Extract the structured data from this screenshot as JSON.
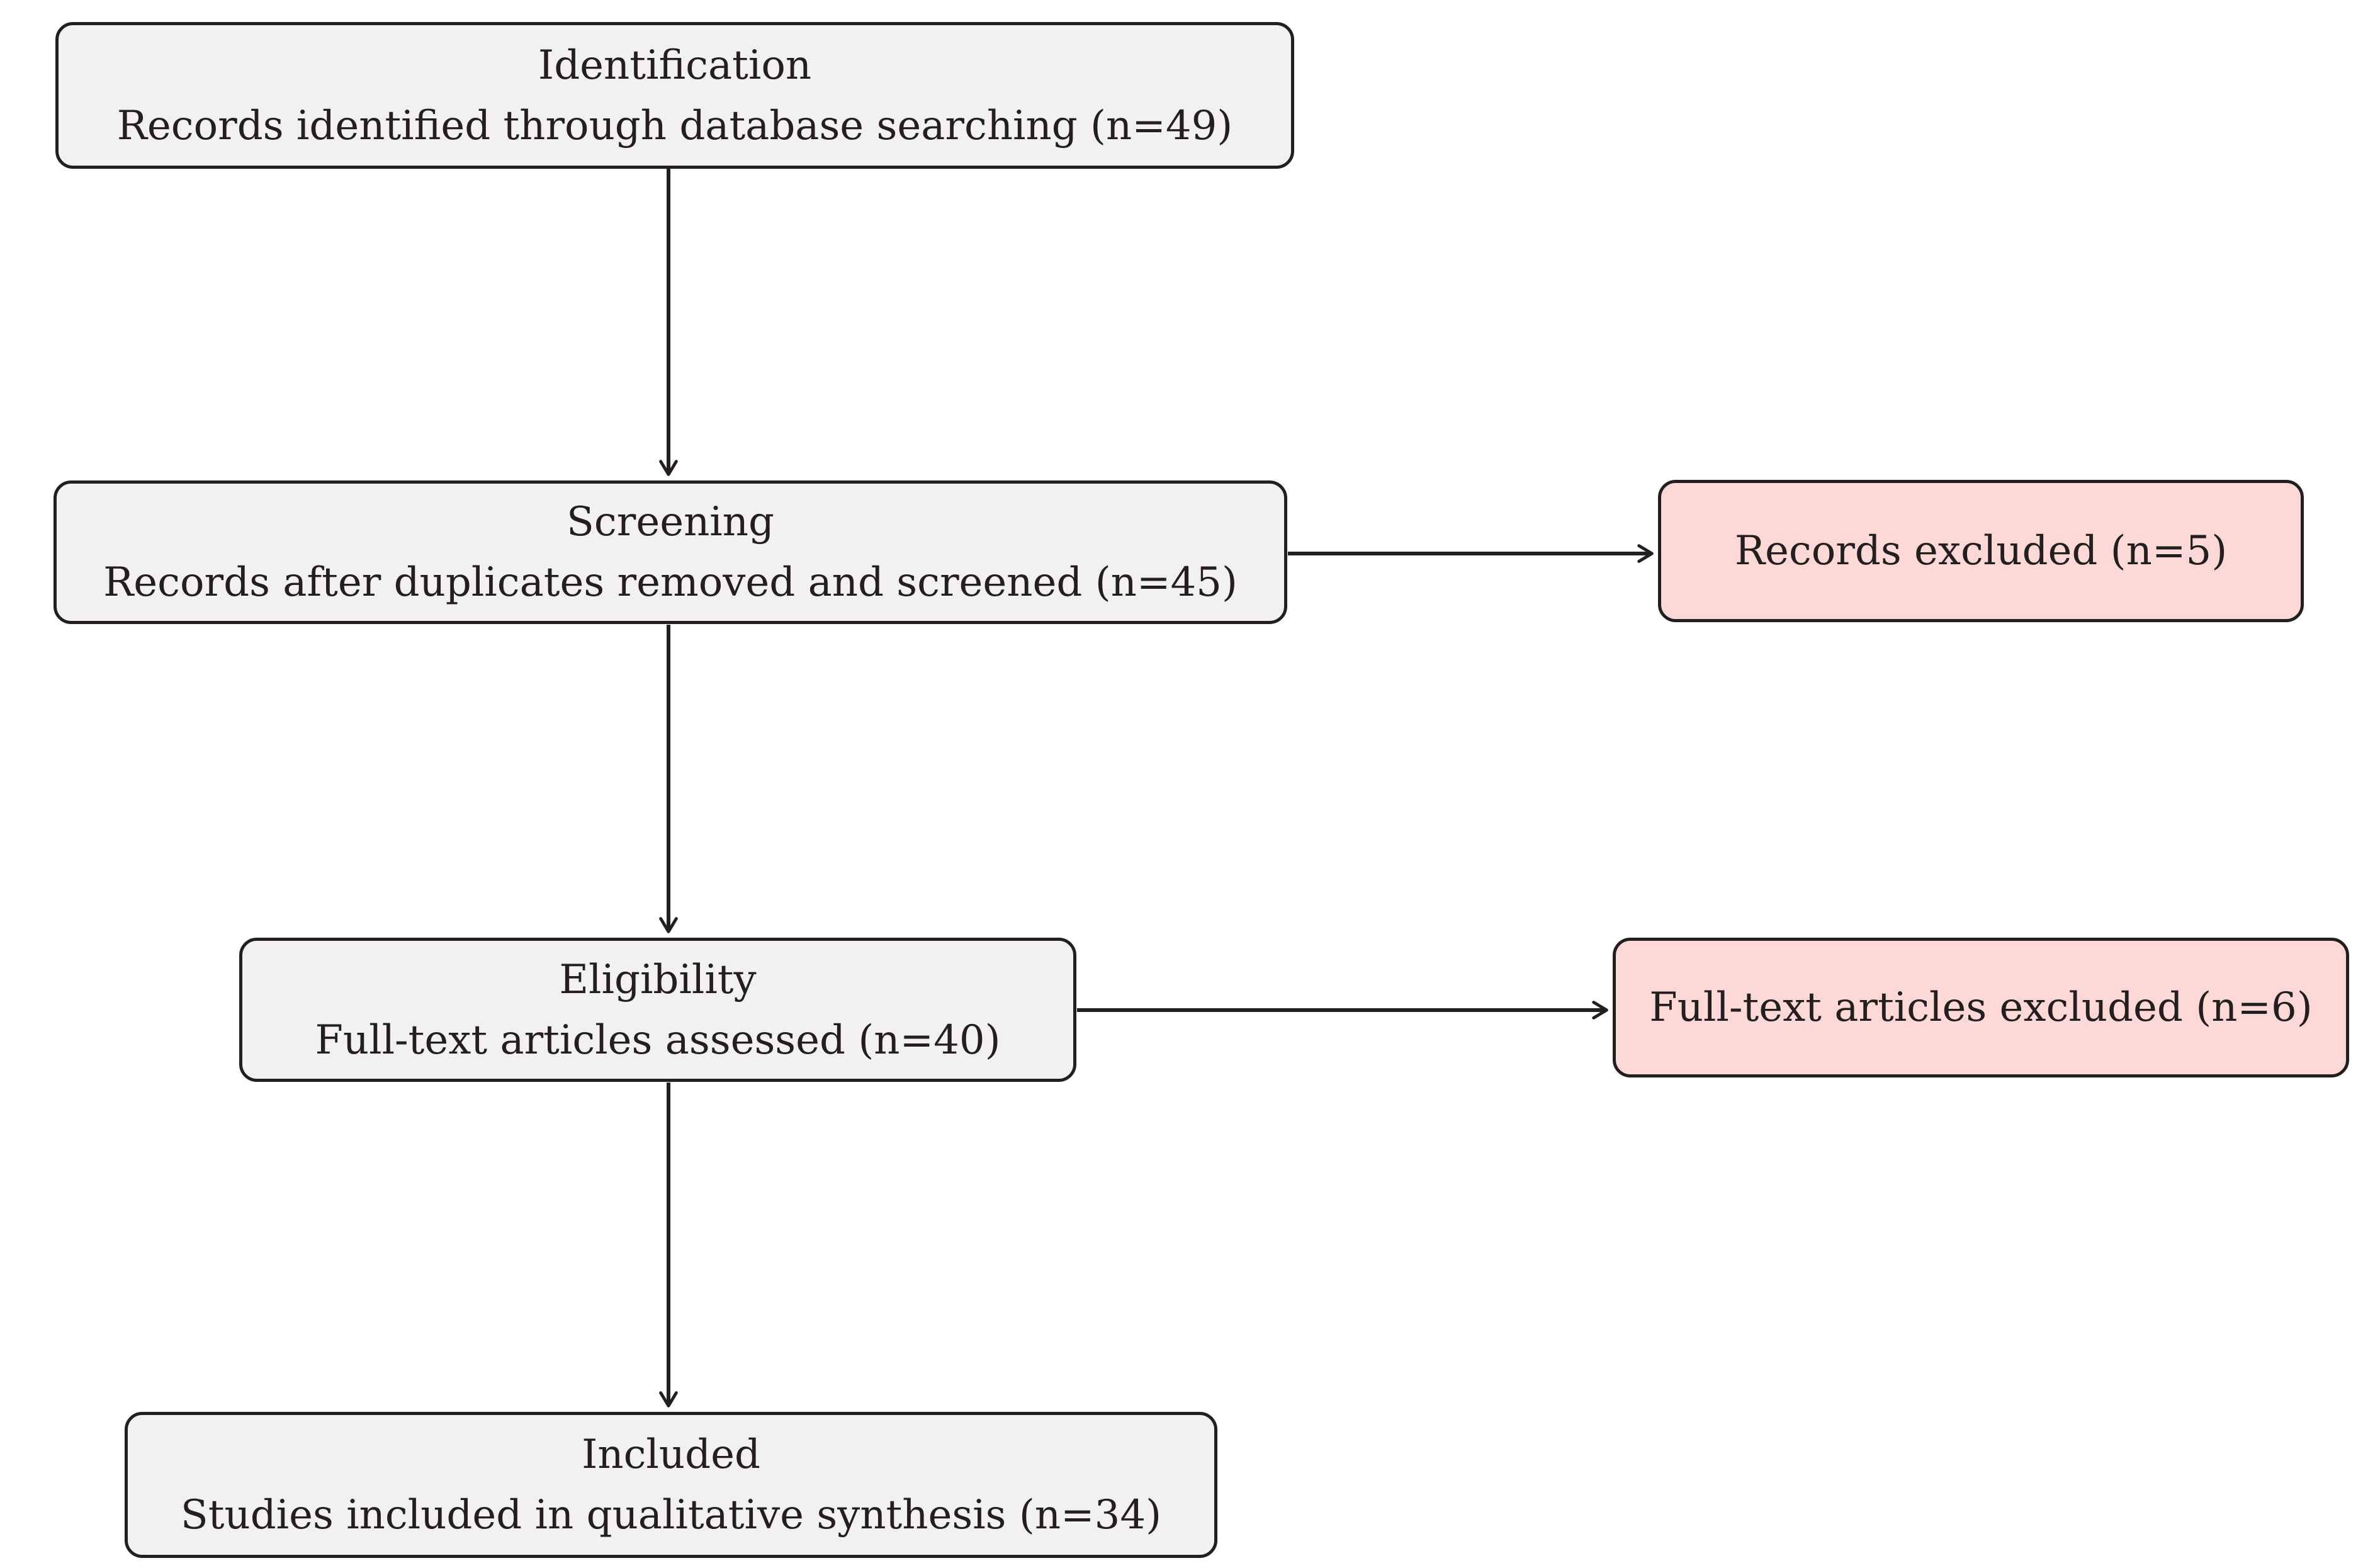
{
  "diagram": {
    "kind": "prisma-flow",
    "colors": {
      "stage_fill": "#f2f1f0",
      "exclusion_fill": "#fcd9d7",
      "border": "#231f20",
      "text": "#231f20",
      "background": "#ffffff"
    },
    "stages": [
      {
        "id": "identification",
        "title": "Identification",
        "detail": "Records identified through database searching (n=49)"
      },
      {
        "id": "screening",
        "title": "Screening",
        "detail": "Records after duplicates removed and screened (n=45)"
      },
      {
        "id": "eligibility",
        "title": "Eligibility",
        "detail": "Full-text articles assessed (n=40)"
      },
      {
        "id": "included",
        "title": "Included",
        "detail": "Studies included in qualitative synthesis (n=34)"
      }
    ],
    "exclusions": [
      {
        "id": "records-excluded",
        "from": "screening",
        "label": "Records excluded (n=5)"
      },
      {
        "id": "fulltext-excluded",
        "from": "eligibility",
        "label": "Full-text articles excluded (n=6)"
      }
    ],
    "connections": [
      {
        "from": "identification",
        "to": "screening",
        "direction": "down"
      },
      {
        "from": "screening",
        "to": "eligibility",
        "direction": "down"
      },
      {
        "from": "eligibility",
        "to": "included",
        "direction": "down"
      },
      {
        "from": "screening",
        "to": "records-excluded",
        "direction": "right"
      },
      {
        "from": "eligibility",
        "to": "fulltext-excluded",
        "direction": "right"
      }
    ]
  }
}
